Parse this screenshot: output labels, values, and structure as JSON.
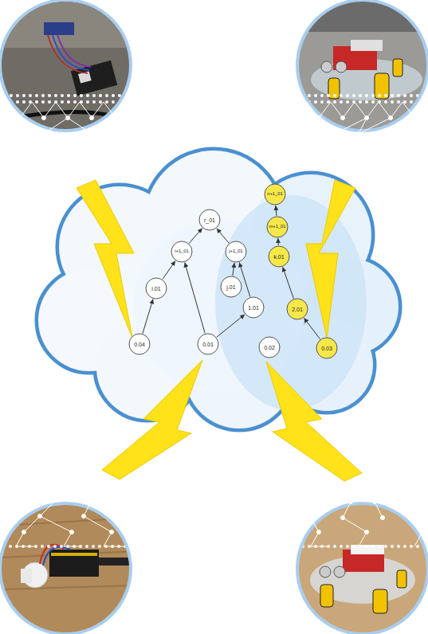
{
  "diagram": {
    "nodes": [
      {
        "text": [
          "n+1_01"
        ]
      },
      {
        "text": [
          "r_01"
        ]
      },
      {
        "text": [
          "m+1_01"
        ]
      },
      {
        "text": [
          "i+1_01"
        ]
      },
      {
        "text": [
          "j+1_01"
        ]
      },
      {
        "text": [
          "k.01"
        ]
      },
      {
        "text": [
          "i.01"
        ]
      },
      {
        "text": [
          "j.01"
        ]
      },
      {
        "text": [
          "1.01"
        ]
      },
      {
        "text": [
          "2.01"
        ]
      },
      {
        "text": [
          "0.04"
        ]
      },
      {
        "text": [
          "0.01"
        ]
      },
      {
        "text": [
          "0.02"
        ]
      },
      {
        "text": [
          "0.03"
        ]
      }
    ],
    "edges": [
      {
        "from": 10,
        "to": 6,
        "arrow": "to"
      },
      {
        "from": 6,
        "to": 3,
        "arrow": "to"
      },
      {
        "from": 3,
        "to": 1,
        "arrow": "to"
      },
      {
        "from": 11,
        "to": 3,
        "arrow": "to"
      },
      {
        "from": 11,
        "to": 8,
        "arrow": "to"
      },
      {
        "from": 8,
        "to": 4,
        "arrow": "to"
      },
      {
        "from": 7,
        "to": 4,
        "arrow": "to"
      },
      {
        "from": 4,
        "to": 1,
        "arrow": "to"
      },
      {
        "from": 13,
        "to": 9,
        "arrow": "to"
      },
      {
        "from": 9,
        "to": 5,
        "arrow": "to"
      },
      {
        "from": 5,
        "to": 2,
        "arrow": "to"
      },
      {
        "from": 2,
        "to": 0,
        "arrow": "to"
      }
    ]
  }
}
